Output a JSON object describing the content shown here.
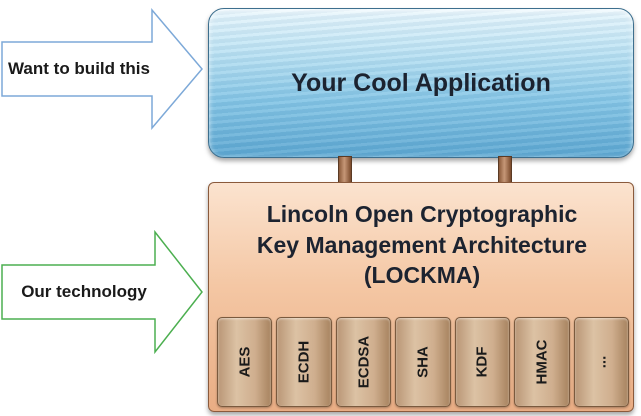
{
  "arrows": {
    "top": {
      "label": "Want to build this",
      "outline_color": "#7da9d8"
    },
    "bottom": {
      "label": "Our technology",
      "outline_color": "#4caf50"
    }
  },
  "application": {
    "title": "Your Cool Application"
  },
  "lockma": {
    "title_lines": [
      "Lincoln Open Cryptographic",
      "Key Management Architecture",
      "(LOCKMA)"
    ],
    "modules": [
      "AES",
      "ECDH",
      "ECDSA",
      "SHA",
      "KDF",
      "HMAC",
      "..."
    ]
  }
}
